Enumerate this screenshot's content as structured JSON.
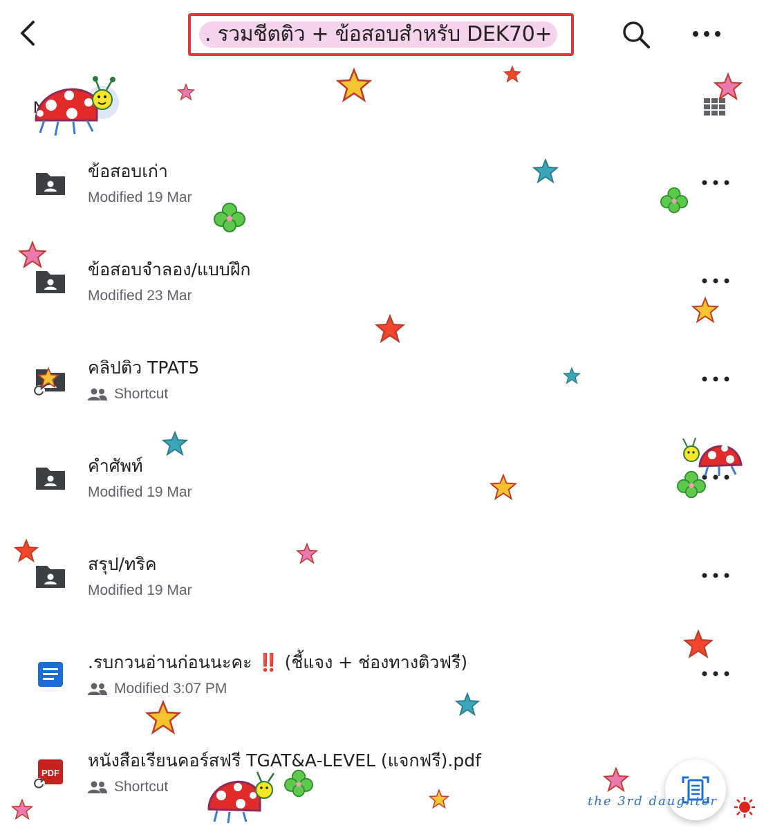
{
  "header": {
    "title": ". รวมชีตติว + ข้อสอบสำหรับ DEK70+",
    "back_icon": "chevron-left-icon",
    "search_icon": "search-icon",
    "more_icon": "more-horizontal-icon"
  },
  "sort": {
    "label": "N"
  },
  "view_toggle_icon": "grid-view-icon",
  "files": [
    {
      "name": "ข้อสอบเก่า",
      "subtitle": "Modified 19 Mar",
      "icon": "shared-folder-icon",
      "shared": false
    },
    {
      "name": "ข้อสอบจำลอง/แบบฝึก",
      "subtitle": "Modified 23 Mar",
      "icon": "shared-folder-icon",
      "shared": false
    },
    {
      "name": "คลิปติว TPAT5",
      "subtitle": "Shortcut",
      "icon": "folder-shortcut-icon",
      "shared": true
    },
    {
      "name": "คำศัพท์",
      "subtitle": "Modified 19 Mar",
      "icon": "shared-folder-icon",
      "shared": false
    },
    {
      "name": "สรุป/ทริค",
      "subtitle": "Modified 19 Mar",
      "icon": "shared-folder-icon",
      "shared": false
    },
    {
      "name": ".รบกวนอ่านก่อนนะคะ ‼️ (ชี้แจง + ช่องทางติวฟรี)",
      "subtitle": "Modified 3:07 PM",
      "icon": "google-docs-icon",
      "shared": true
    },
    {
      "name": "หนังสือเรียนคอร์สฟรี TGAT&A-LEVEL (แจกฟรี).pdf",
      "subtitle": "Shortcut",
      "icon": "pdf-shortcut-icon",
      "shared": true
    }
  ],
  "fab_icon": "scan-document-icon",
  "signature": "the 3rd daughter",
  "colors": {
    "title_highlight": "#f6d3ec",
    "title_border": "#e5343b",
    "docs_blue": "#1a6dd6",
    "pdf_red": "#c5221f",
    "folder_gray": "#3c4043"
  }
}
